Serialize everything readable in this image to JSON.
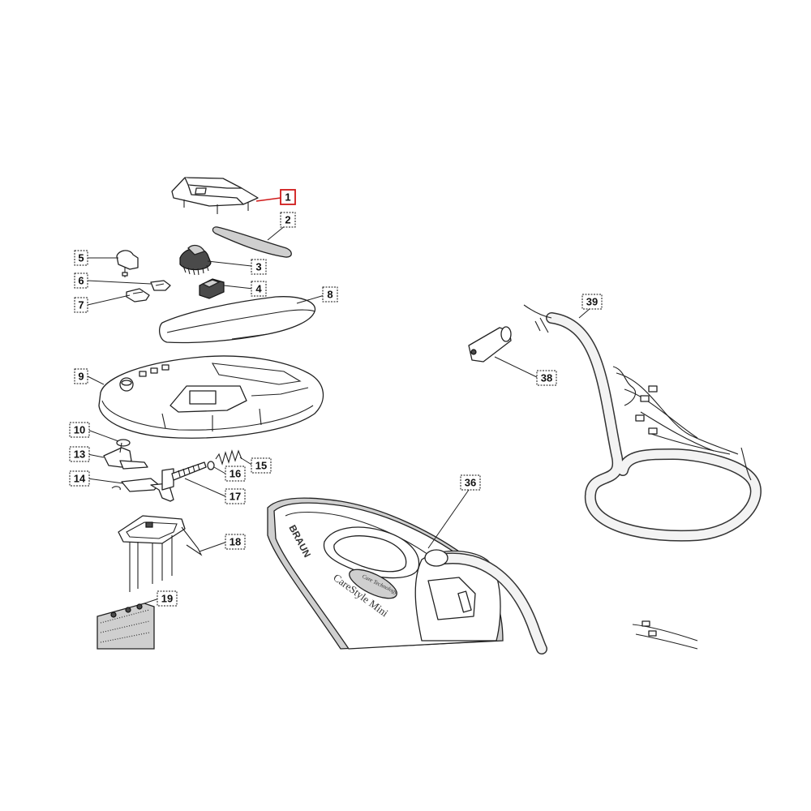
{
  "callouts": [
    {
      "label": "1",
      "part": "top-cover",
      "highlighted": true
    },
    {
      "label": "2",
      "part": "handle-strip",
      "highlighted": false
    },
    {
      "label": "3",
      "part": "dial-wheel",
      "highlighted": false
    },
    {
      "label": "4",
      "part": "slider-button",
      "highlighted": false
    },
    {
      "label": "5",
      "part": "knob",
      "highlighted": false
    },
    {
      "label": "6",
      "part": "clip",
      "highlighted": false
    },
    {
      "label": "7",
      "part": "clip-small",
      "highlighted": false
    },
    {
      "label": "8",
      "part": "handle-shell",
      "highlighted": false
    },
    {
      "label": "9",
      "part": "base-housing",
      "highlighted": false
    },
    {
      "label": "10",
      "part": "o-ring",
      "highlighted": false
    },
    {
      "label": "13",
      "part": "valve-lever",
      "highlighted": false
    },
    {
      "label": "14",
      "part": "trigger-lever",
      "highlighted": false
    },
    {
      "label": "15",
      "part": "spring",
      "highlighted": false
    },
    {
      "label": "16",
      "part": "washer",
      "highlighted": false
    },
    {
      "label": "17",
      "part": "threaded-rod",
      "highlighted": false
    },
    {
      "label": "18",
      "part": "bracket-frame",
      "highlighted": false
    },
    {
      "label": "19",
      "part": "circuit-board",
      "highlighted": false
    },
    {
      "label": "36",
      "part": "iron-body",
      "highlighted": false
    },
    {
      "label": "38",
      "part": "connector",
      "highlighted": false
    },
    {
      "label": "39",
      "part": "hose-cable",
      "highlighted": false
    }
  ],
  "iron": {
    "brand": "BRAUN",
    "model": "CareStyle Mini",
    "badge": "Care Technology"
  },
  "colors": {
    "highlight": "#d01a1a",
    "outline": "#222222",
    "dark_part": "#4a4a4a",
    "grey_part": "#cfcfcf"
  }
}
